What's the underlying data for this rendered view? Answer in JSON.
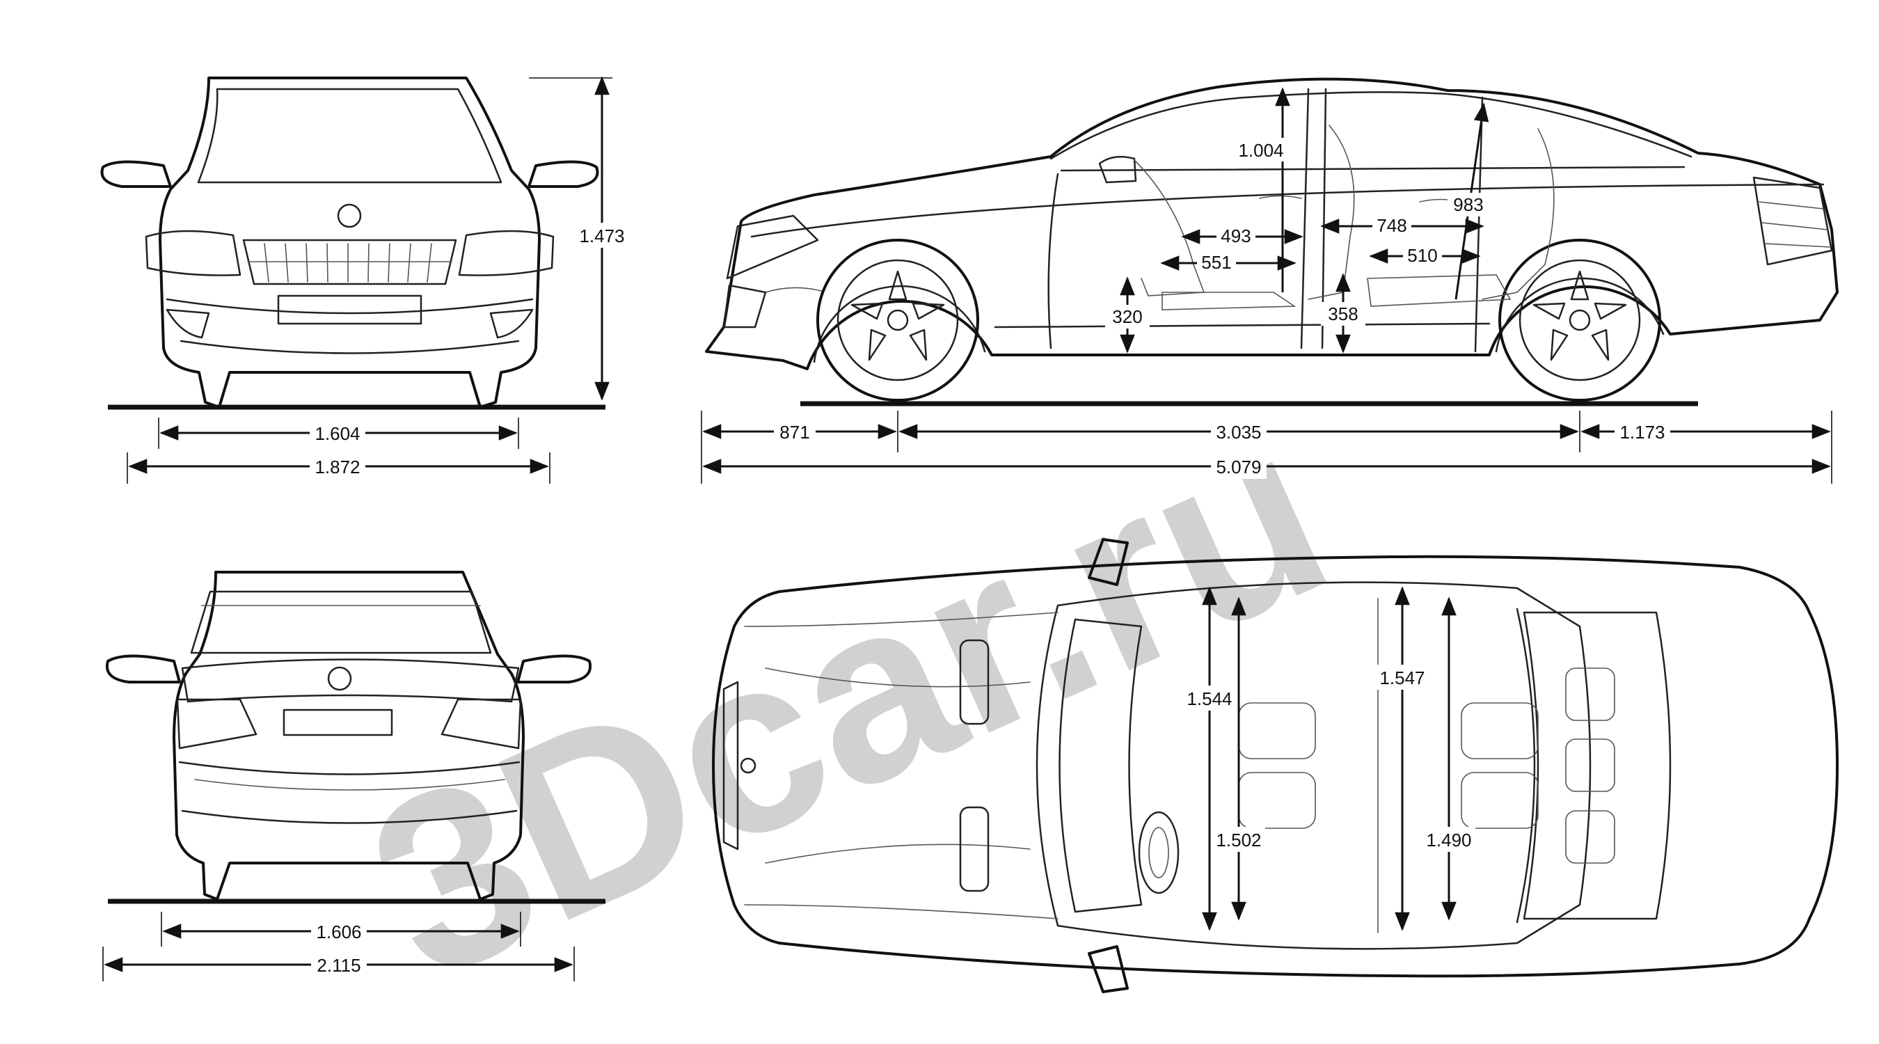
{
  "watermark": "3Dcar.ru",
  "dimensions": {
    "front_height": "1.473",
    "front_track": "1.604",
    "front_width": "1.872",
    "rear_track": "1.606",
    "rear_width_mirrors": "2.115",
    "front_overhang": "871",
    "wheelbase": "3.035",
    "rear_overhang": "1.173",
    "overall_length": "5.079",
    "front_headroom": "1.004",
    "rear_headroom": "983",
    "front_seat_depth": "493",
    "front_legroom": "551",
    "rear_knee_room": "748",
    "rear_seat_depth": "510",
    "front_seat_height": "320",
    "rear_seat_height": "358",
    "front_shoulder_width": "1.544",
    "rear_shoulder_width": "1.547",
    "front_hip_width": "1.502",
    "rear_hip_width": "1.490"
  },
  "colors": {
    "line": "#111111",
    "watermark": "#c9c9c9",
    "background": "#ffffff"
  }
}
